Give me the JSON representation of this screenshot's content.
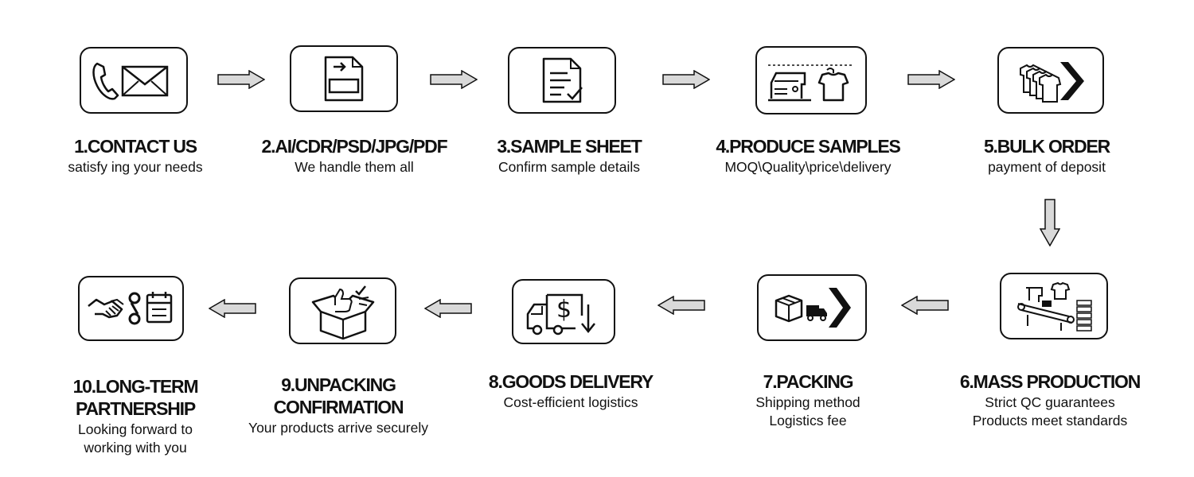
{
  "steps": [
    {
      "title": "1.CONTACT US",
      "desc": "satisfy ing your needs",
      "icon": "phone-envelope-icon"
    },
    {
      "title": "2.AI/CDR/PSD/JPG/PDF",
      "desc": "We handle them all",
      "icon": "file-import-icon"
    },
    {
      "title": "3.SAMPLE SHEET",
      "desc": "Confirm sample details",
      "icon": "checklist-document-icon"
    },
    {
      "title": "4.PRODUCE SAMPLES",
      "desc": "MOQ\\Quality\\price\\delivery",
      "icon": "sewing-machine-shirt-icon"
    },
    {
      "title": "5.BULK ORDER",
      "desc": "payment of deposit",
      "icon": "stacked-shirts-icon"
    },
    {
      "title": "6.MASS PRODUCTION",
      "desc": "Strict QC guarantees\nProducts meet standards",
      "icon": "conveyor-production-icon"
    },
    {
      "title": "7.PACKING",
      "desc": "Shipping method\nLogistics fee",
      "icon": "box-truck-icon"
    },
    {
      "title": "8.GOODS DELIVERY",
      "desc": "Cost-efficient logistics",
      "icon": "delivery-truck-dollar-icon"
    },
    {
      "title": "9.UNPACKING\nCONFIRMATION",
      "desc": "Your products arrive securely",
      "icon": "open-box-thumbs-up-icon"
    },
    {
      "title": "10.LONG-TERM\nPARTNERSHIP",
      "desc": "Looking forward to\nworking with you",
      "icon": "handshake-calendar-icon"
    }
  ],
  "colors": {
    "stroke": "#111111",
    "arrow_fill": "#d9d9d9",
    "background": "#ffffff"
  }
}
